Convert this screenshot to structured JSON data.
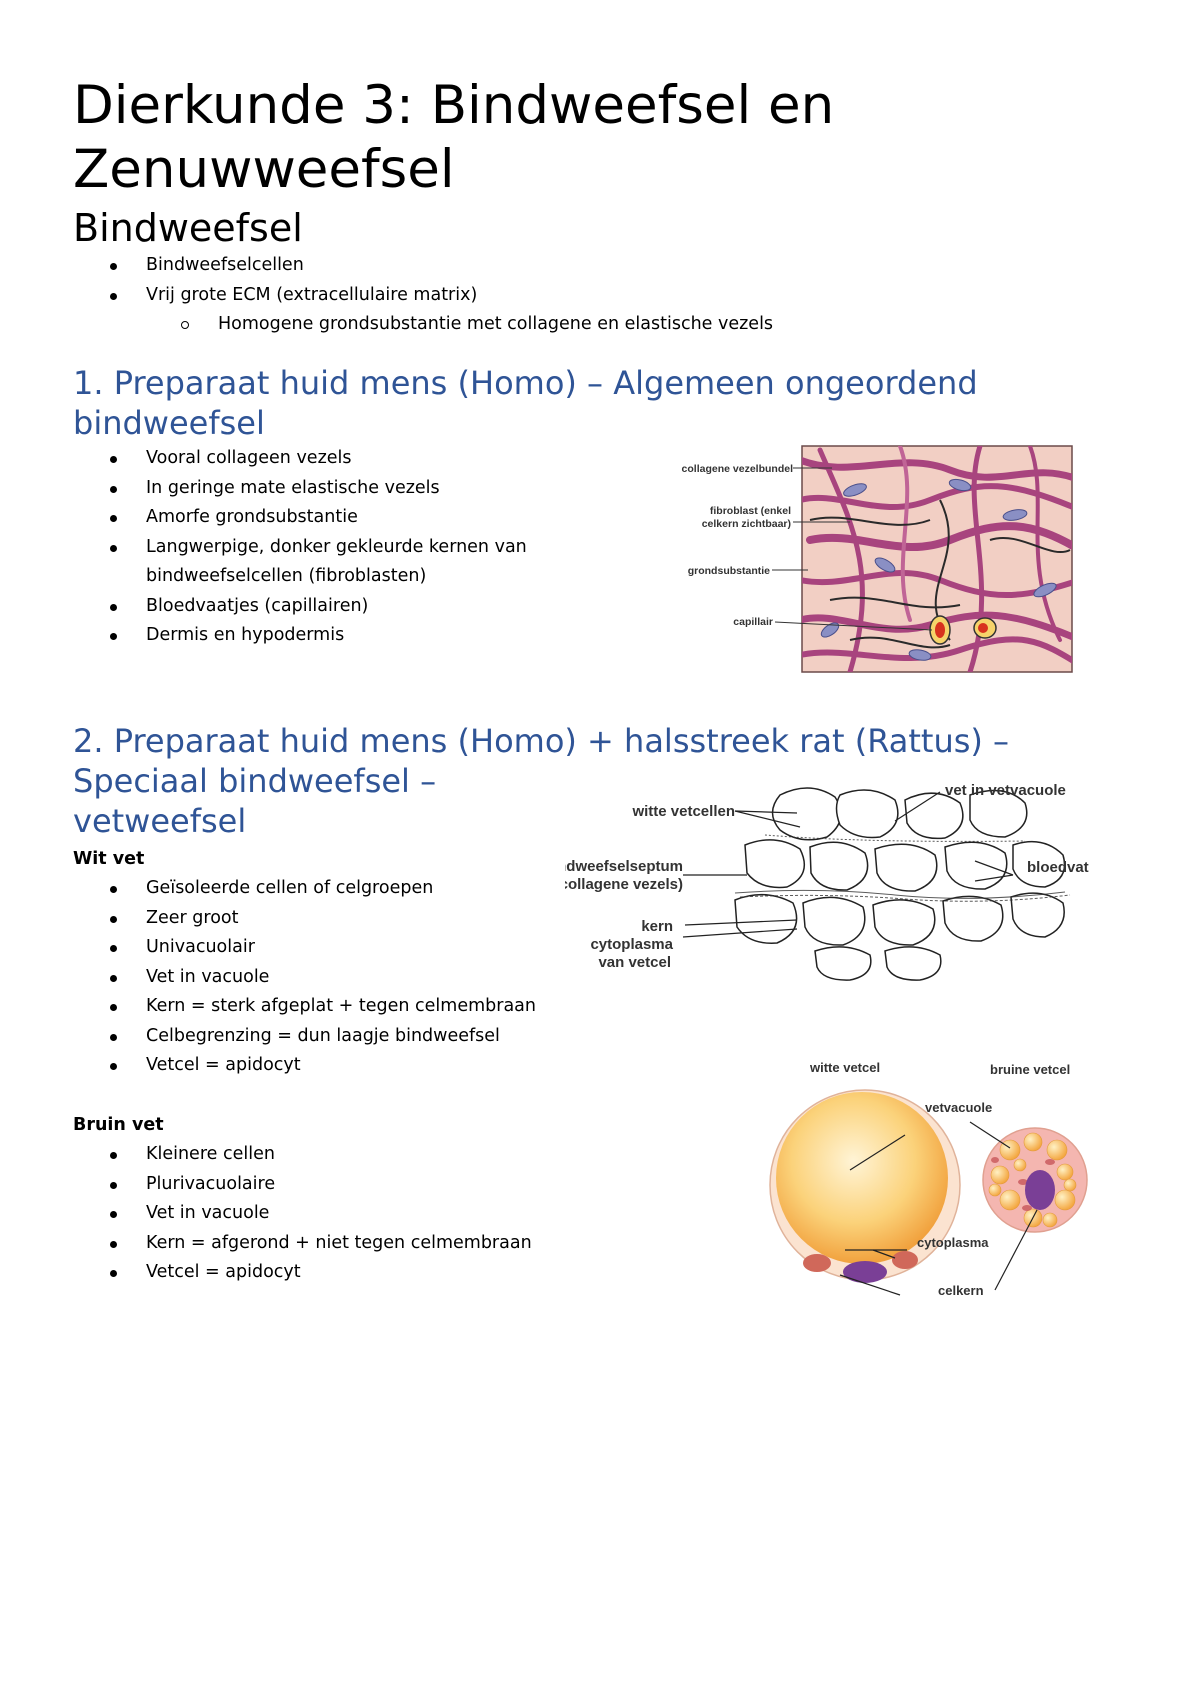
{
  "title": "Dierkunde 3: Bindweefsel en Zenuwweefsel",
  "section_bindweefsel": {
    "heading": "Bindweefsel",
    "bullets": [
      "Bindweefselcellen",
      "Vrij grote ECM (extracellulaire matrix)"
    ],
    "sub_bullets": [
      "Homogene grondsubstantie met collagene en elastische vezels"
    ]
  },
  "section1": {
    "heading": "1. Preparaat huid mens (Homo) – Algemeen ongeordend bindweefsel",
    "bullets": [
      "Vooral collageen vezels",
      "In geringe mate elastische vezels",
      "Amorfe grondsubstantie",
      "Langwerpige, donker gekleurde kernen van bindweefselcellen (fibroblasten)",
      "Bloedvaatjes (capillairen)",
      "Dermis en hypodermis"
    ],
    "figure_labels": {
      "l1": "collagene vezelbundel",
      "l2a": "fibroblast (enkel",
      "l2b": "celkern zichtbaar)",
      "l3": "grondsubstantie",
      "l4": "capillair"
    }
  },
  "section2": {
    "heading_line1": "2. Preparaat huid mens (Homo) + halsstreek rat (Rattus) –",
    "heading_line2": "Speciaal bindweefsel –",
    "heading_line3": "vetweefsel",
    "wit_vet": {
      "label": "Wit vet",
      "bullets": [
        "Geïsoleerde cellen of celgroepen",
        "Zeer groot",
        "Univacuolair",
        "Vet in vacuole",
        "Kern = sterk afgeplat + tegen celmembraan",
        "Celbegrenzing = dun laagje bindweefsel",
        "Vetcel = apidocyt"
      ]
    },
    "bruin_vet": {
      "label": "Bruin vet",
      "bullets": [
        "Kleinere cellen",
        "Plurivacuolaire",
        "Vet in vacuole",
        "Kern = afgerond + niet tegen celmembraan",
        "Vetcel = apidocyt"
      ]
    },
    "figure2_labels": {
      "witte_vetcellen": "witte vetcellen",
      "vet_in_vetvacuole": "vet in vetvacuole",
      "septum1": "bindweefselseptum",
      "septum2": "(collagene vezels)",
      "bloedvat": "bloedvat",
      "kern": "kern",
      "cytoplasma1": "cytoplasma",
      "cytoplasma2": "van vetcel"
    },
    "figure3_labels": {
      "witte_vetcel": "witte vetcel",
      "bruine_vetcel": "bruine vetcel",
      "vetvacuole": "vetvacuole",
      "cytoplasma": "cytoplasma",
      "celkern": "celkern"
    }
  },
  "colors": {
    "heading_blue": "#2f5496",
    "tissue_bg": "#f2cfc4",
    "fiber": "#a8447e",
    "white_fat_yellow": "#fbbf55",
    "nucleus_purple": "#7a3f96"
  }
}
